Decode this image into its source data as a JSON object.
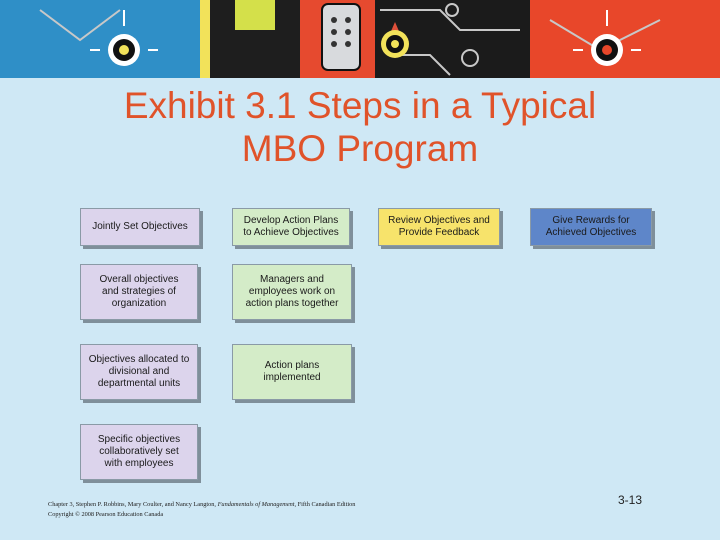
{
  "slide": {
    "title_line1": "Exhibit 3.1 Steps in a Typical",
    "title_line2": "MBO Program",
    "page_number": "3-13"
  },
  "diagram": {
    "headers": [
      {
        "text": "Jointly Set Objectives",
        "color": "#dcd4ec"
      },
      {
        "text": "Develop Action Plans\nto Achieve Objectives",
        "color": "#d4ecc8"
      },
      {
        "text": "Review Objectives and\nProvide Feedback",
        "color": "#f7e36b"
      },
      {
        "text": "Give Rewards for\nAchieved Objectives",
        "color": "#5e86c9"
      }
    ],
    "col1_steps": [
      "Overall objectives\nand strategies of\norganization",
      "Objectives allocated to\ndivisional and\ndepartmental units",
      "Specific objectives\ncollaboratively set\nwith employees"
    ],
    "col2_steps": [
      "Managers and\nemployees work on\naction plans together",
      "Action plans\nimplemented"
    ]
  },
  "footer": {
    "line1_prefix": "Chapter 3, Stephen P. Robbins, Mary Coulter, and Nancy Langton, ",
    "book_title": "Fundamentals of Management",
    "line1_suffix": ", Fifth Canadian Edition",
    "line2": "Copyright © 2008 Pearson Education Canada"
  }
}
